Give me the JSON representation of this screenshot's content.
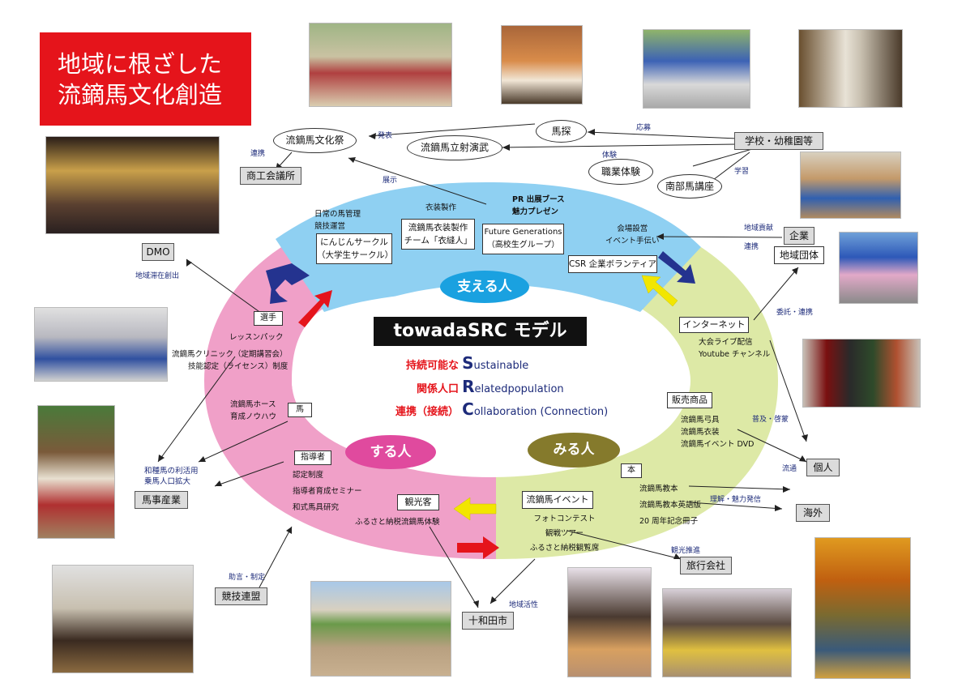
{
  "title": {
    "line1": "地域に根ざした",
    "line2": "流鏑馬文化創造"
  },
  "model": {
    "name": "towadaSRC モデル",
    "rows": [
      {
        "jp": "持続可能な",
        "letter": "S",
        "rest": "ustainable"
      },
      {
        "jp": "関係人口",
        "letter": "R",
        "rest": "elatedpopulation"
      },
      {
        "jp": "連携（接続）",
        "letter": "C",
        "rest": "ollaboration (Connection)"
      }
    ]
  },
  "circles": {
    "support": "支える人",
    "do": "する人",
    "watch": "みる人"
  },
  "top_section": {
    "matsuri": "流鏑馬文化祭",
    "shoko": "商工会議所",
    "rittsu": "流鏑馬立射演武",
    "umasagashi": "馬探",
    "school": "学校・幼稚園等",
    "shokugyo": "職業体験",
    "nanbu": "南部馬講座",
    "labels": {
      "renkei": "連携",
      "happyo": "発表",
      "tenji": "展示",
      "obo": "応募",
      "taiken": "体験",
      "gakushu": "学習"
    }
  },
  "support_ring": {
    "daily": [
      "日常の馬管理",
      "競技運営"
    ],
    "ninjin": [
      "にんじんサークル",
      "（大学生サークル）"
    ],
    "isho_head": "衣装製作",
    "isho": [
      "流鏑馬衣装製作",
      "チーム「衣縫人」"
    ],
    "pr": [
      "PR 出展ブース",
      "魅力プレゼン"
    ],
    "future": [
      "Future Generations",
      "（高校生グループ）"
    ],
    "kaijo": [
      "会場設営",
      "イベント手伝い"
    ],
    "csr": "CSR 企業ボランティア"
  },
  "right_side": {
    "kigyo": "企業",
    "chiiki": "地域団体",
    "internet": "インターネット",
    "live": [
      "大会ライブ配信",
      "Youtube チャンネル"
    ],
    "hanbai": "販売商品",
    "goods": [
      "流鏑馬弓具",
      "流鏑馬衣装",
      "流鏑馬イベント DVD"
    ],
    "kojin": "個人",
    "hon": "本",
    "books": [
      "流鏑馬教本",
      "流鏑馬教本英語版",
      "20 周年記念冊子"
    ],
    "kaigai": "海外",
    "event": "流鏑馬イベント",
    "event_items": [
      "フォトコンテスト",
      "観戦ツアー",
      "ふるさと納税観覧席"
    ],
    "ryoko": "旅行会社",
    "labels": {
      "koken": "地域貢献",
      "renkei": "連携",
      "itaku": "委託・連携",
      "fukyu": "普及・啓蒙",
      "ryutsu": "流通",
      "rikai": "理解・魅力発信",
      "kanko": "観光推進"
    }
  },
  "left_side": {
    "dmo": "DMO",
    "taizai": "地域滞在創出",
    "senshu": "選手",
    "lesson": "レッスンパック",
    "clinic": [
      "流鏑馬クリニック（定期講習会）",
      "技能認定（ライセンス）制度"
    ],
    "uma": "馬",
    "horse_know": [
      "流鏑馬ホース",
      "育成ノウハウ"
    ],
    "shidosha": "指導者",
    "shido_items": [
      "認定制度",
      "指導者育成セミナー",
      "和式馬具研究"
    ],
    "wagouma": [
      "和種馬の利活用",
      "乗馬人口拡大"
    ],
    "bajisangyo": "馬事産業",
    "kyogi": "競技連盟",
    "jogen": "助言・制定"
  },
  "bottom": {
    "kankokyaku": "観光客",
    "furusato": "ふるさと納税流鏑馬体験",
    "towada": "十和田市",
    "chiiki_kasseika": "地域活性"
  },
  "colors": {
    "red": "#e5141b",
    "blue_ring": "#8fd0f2",
    "pink_ring": "#f0a0c8",
    "green_ring": "#dde9a6",
    "circle_blue": "#1aa1e0",
    "circle_pink": "#e04a9e",
    "circle_olive": "#857a2c",
    "arrow_navy": "#24338f",
    "arrow_red": "#e5141b",
    "arrow_yellow": "#f2e600",
    "text_navy": "#1d2b7a"
  }
}
